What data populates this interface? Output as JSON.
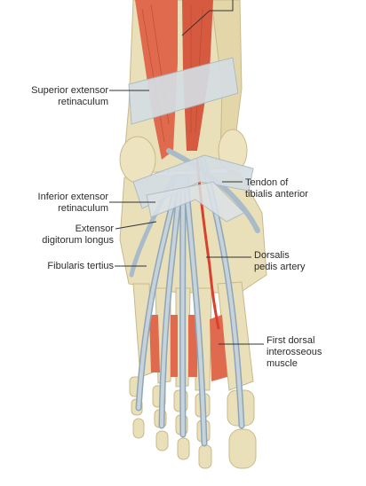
{
  "labels": {
    "superior_extensor_retinaculum": [
      "Superior extensor",
      "retinaculum"
    ],
    "inferior_extensor_retinaculum": [
      "Inferior extensor",
      "retinaculum"
    ],
    "extensor_digitorum_longus": [
      "Extensor",
      "digitorum longus"
    ],
    "fibularis_tertius": [
      "Fibularis tertius"
    ],
    "tendon_tibialis_anterior": [
      "Tendon of",
      "tibialis anterior"
    ],
    "dorsalis_pedis_artery": [
      "Dorsalis",
      "pedis artery"
    ],
    "first_dorsal_interosseous": [
      "First dorsal",
      "interosseous",
      "muscle"
    ]
  },
  "colors": {
    "bone": "#e9dfb8",
    "bone_shadow": "#c9b98a",
    "muscle": "#e06a4e",
    "muscle_dark": "#b8452f",
    "tendon": "#c7d3dc",
    "tendon_edge": "#8fa6b6",
    "retinaculum": "#d5dde3",
    "artery": "#d9412e",
    "leader": "#333333"
  }
}
